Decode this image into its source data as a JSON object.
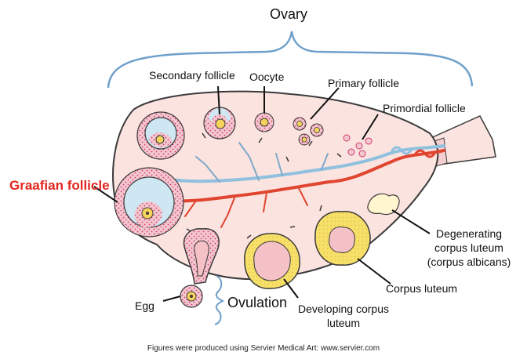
{
  "diagram": {
    "title": "Ovary",
    "labels": {
      "secondary_follicle": "Secondary follicle",
      "oocyte": "Oocyte",
      "primary_follicle": "Primary follicle",
      "primordial_follicle": "Primordial follicle",
      "graafian_follicle": "Graafian follicle",
      "degenerating_line1": "Degenerating",
      "degenerating_line2": "corpus luteum",
      "degenerating_line3": "(corpus albicans)",
      "corpus_luteum": "Corpus luteum",
      "egg": "Egg",
      "ovulation": "Ovulation",
      "developing_line1": "Developing corpus",
      "developing_line2": "luteum"
    },
    "credit": "Figures were produced using Servier Medical Art: www.servier.com"
  },
  "colors": {
    "ovary_fill": "#fbe3e0",
    "ovary_stroke": "#3a3a3a",
    "bracket": "#6f9fcb",
    "highlight_label": "#e2251d",
    "follicle_dots": "#d23a6e",
    "antrum": "#cfe6f3",
    "oocyte_yolk": "#f6d35a",
    "artery": "#e0452f",
    "vein": "#8fc0dd",
    "corpus_luteum": "#f7e06a",
    "corpus_albicans": "#fff6cf"
  }
}
